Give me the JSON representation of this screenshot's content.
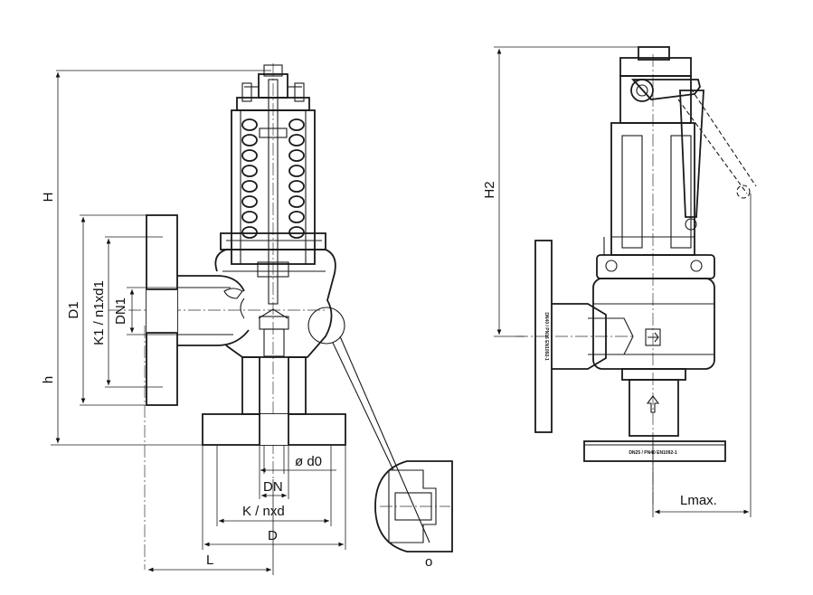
{
  "labels": {
    "H": "H",
    "D1": "D1",
    "DN1": "DN1",
    "K1": "K1 / n1xd1",
    "h": "h",
    "d0": "ø d0",
    "DN": "DN",
    "K": "K / nxd",
    "D": "D",
    "L": "L",
    "H2": "H2",
    "Lmax": "Lmax.",
    "detail_mark": "o"
  },
  "markings": {
    "inlet_flange": "DN25 / PN40 EN1092-1",
    "outlet_flange": "DN40 / PN16 EN1092-1"
  }
}
